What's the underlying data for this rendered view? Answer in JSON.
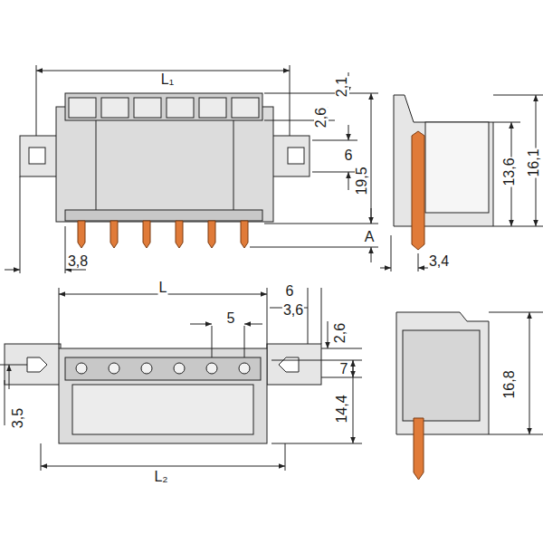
{
  "diagram": {
    "labels": [
      "L₁",
      "2,1",
      "2,6",
      "6",
      "19,5",
      "13,6",
      "16,1",
      "A",
      "3,8",
      "3,4",
      "L",
      "6",
      "3,6",
      "5",
      "2,6",
      "7",
      "14,4",
      "16,8",
      "3,5",
      "L₂"
    ]
  }
}
